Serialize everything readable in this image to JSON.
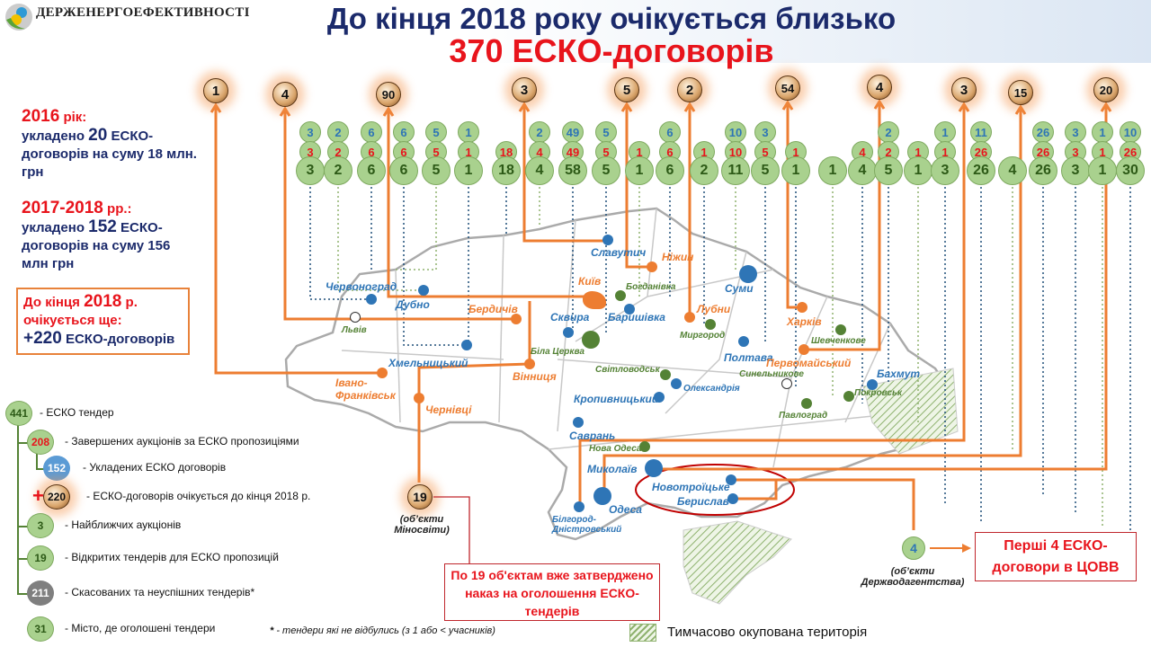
{
  "header": {
    "logo_text": "ДЕРЖЕНЕРГОЕФЕКТИВНОСТІ",
    "title_line1": "До кінця 2018 року очікується близько",
    "title_line2": "370 ЕСКО-договорів"
  },
  "left": {
    "y2016": "2016",
    "y2016_suffix": " рік:",
    "l2016_a": "укладено ",
    "l2016_num": "20",
    "l2016_b": " ЕСКО-договорів на суму 18 млн. грн",
    "y2017": "2017-2018",
    "y2017_suffix": " рр.:",
    "l2017_a": "укладено ",
    "l2017_num": "152",
    "l2017_b": " ЕСКО-договорів на суму 156 млн грн",
    "box_a": "До кінця ",
    "box_year": "2018",
    "box_b": " р. очікується ще:",
    "box_num": "+220",
    "box_c": " ЕСКО-договорів"
  },
  "top_counts": [
    "1",
    "4",
    "90",
    "3",
    "5",
    "2",
    "54",
    "4",
    "3",
    "15",
    "20"
  ],
  "columns": [
    [
      "3",
      "3",
      "3"
    ],
    [
      "2",
      "2",
      "2"
    ],
    [
      "6",
      "6",
      "6"
    ],
    [
      "6",
      "6",
      "6"
    ],
    [
      "5",
      "5",
      "5"
    ],
    [
      "1",
      "1",
      "1"
    ],
    [
      "",
      "18",
      "18"
    ],
    [
      "2",
      "4",
      "4"
    ],
    [
      "49",
      "49",
      "58"
    ],
    [
      "5",
      "5",
      "5"
    ],
    [
      "",
      "1",
      "1"
    ],
    [
      "6",
      "6",
      "6"
    ],
    [
      "",
      "1",
      "2"
    ],
    [
      "10",
      "10",
      "11"
    ],
    [
      "3",
      "5",
      "5"
    ],
    [
      "",
      "1",
      "1"
    ],
    [
      "",
      "",
      "1"
    ],
    [
      "",
      "4",
      "4"
    ],
    [
      "2",
      "2",
      "5"
    ],
    [
      "",
      "1",
      "1"
    ],
    [
      "1",
      "1",
      "3"
    ],
    [
      "11",
      "26",
      "26"
    ],
    [
      "",
      "",
      "4"
    ],
    [
      "26",
      "26",
      "26"
    ],
    [
      "3",
      "3",
      "3"
    ],
    [
      "1",
      "1",
      "1"
    ],
    [
      "10",
      "26",
      "30"
    ]
  ],
  "cities": [
    {
      "name": "Червоноград",
      "type": "blue"
    },
    {
      "name": "Дубно",
      "type": "blue"
    },
    {
      "name": "Львів",
      "type": "hollow"
    },
    {
      "name": "Бердичів",
      "type": "orange"
    },
    {
      "name": "Хмельницький",
      "type": "blue"
    },
    {
      "name": "Івано-Франківськ",
      "type": "orange"
    },
    {
      "name": "Чернівці",
      "type": "orange"
    },
    {
      "name": "Вінниця",
      "type": "orange"
    },
    {
      "name": "Славутич",
      "type": "blue"
    },
    {
      "name": "Ніжин",
      "type": "orange"
    },
    {
      "name": "Київ",
      "type": "orange"
    },
    {
      "name": "Богданівка",
      "type": "green"
    },
    {
      "name": "Баришівка",
      "type": "blue"
    },
    {
      "name": "Сквира",
      "type": "blue"
    },
    {
      "name": "Біла Церква",
      "type": "green"
    },
    {
      "name": "Лубни",
      "type": "orange"
    },
    {
      "name": "Миргород",
      "type": "green"
    },
    {
      "name": "Суми",
      "type": "blue"
    },
    {
      "name": "Полтава",
      "type": "blue"
    },
    {
      "name": "Харків",
      "type": "orange"
    },
    {
      "name": "Шевченкове",
      "type": "green"
    },
    {
      "name": "Первомайський",
      "type": "orange"
    },
    {
      "name": "Синельникове",
      "type": "hollow"
    },
    {
      "name": "Бахмут",
      "type": "blue"
    },
    {
      "name": "Покровськ",
      "type": "green"
    },
    {
      "name": "Павлоград",
      "type": "green"
    },
    {
      "name": "Світловодськ",
      "type": "green"
    },
    {
      "name": "Олександрія",
      "type": "blue"
    },
    {
      "name": "Кропивницький",
      "type": "blue"
    },
    {
      "name": "Саврань",
      "type": "blue"
    },
    {
      "name": "Нова Одеса",
      "type": "green"
    },
    {
      "name": "Миколаїв",
      "type": "blue"
    },
    {
      "name": "Одеса",
      "type": "blue"
    },
    {
      "name": "Білгород-Дністровський",
      "type": "blue"
    },
    {
      "name": "Новотроїцьке",
      "type": "blue"
    },
    {
      "name": "Берислав",
      "type": "blue"
    }
  ],
  "legend": [
    {
      "num": "441",
      "text": "- ЕСКО тендер"
    },
    {
      "num": "208",
      "text": "- Завершених аукціонів за ЕСКО пропозиціями"
    },
    {
      "num": "152",
      "text": "- Укладених ЕСКО договорів"
    },
    {
      "num": "220",
      "text": "- ЕСКО-договорів очікується до кінця 2018  р.",
      "prefix": "+"
    },
    {
      "num": "3",
      "text": "- Найближчих аукціонів"
    },
    {
      "num": "19",
      "text": "- Відкритих тендерів для ЕСКО пропозицій"
    },
    {
      "num": "211",
      "text": "- Скасованих та неуспішних тендерів*"
    },
    {
      "num": "31",
      "text": "- Місто, де оголошені тендери"
    }
  ],
  "footnote": {
    "star": "*",
    "text": " - тендери які не відбулись (з 1 або < учасників)"
  },
  "occupied_label": "Тимчасово окупована територія",
  "minosvity": {
    "num": "19",
    "caption": "(об’єкти Міносвіти)",
    "box": "По 19 об'єктам вже затверджено наказ на оголошення ЕСКО-тендерів"
  },
  "water": {
    "num": "4",
    "caption": "(об’єкти Держводагентства)",
    "box": "Перші 4 ЕСКО-договори  в ЦОВВ"
  },
  "colors": {
    "navy": "#1b2a6b",
    "red": "#e8141c",
    "orange": "#ed7d31",
    "blue": "#2e75b6",
    "green": "#548235"
  }
}
